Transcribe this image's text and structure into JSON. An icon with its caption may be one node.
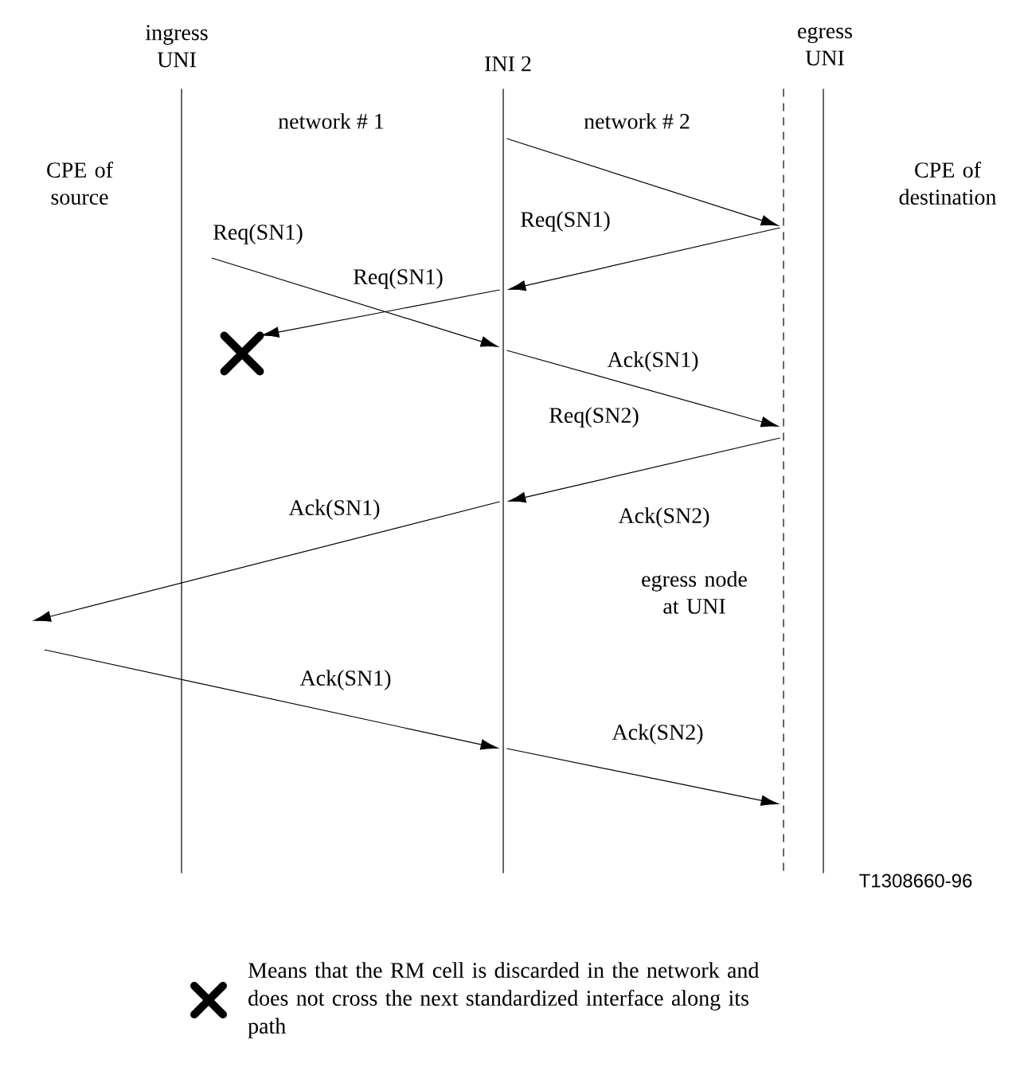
{
  "diagram": {
    "nodes": [
      {
        "text": [],
        "shape": "line"
      },
      {
        "text": [],
        "shape": "line"
      },
      {
        "text": [],
        "shape": "line"
      },
      {
        "text": [],
        "shape": "line"
      },
      {
        "text": [],
        "shape": "cross"
      }
    ],
    "edges": [
      {
        "from": 1,
        "to": 2,
        "arrow": "to"
      },
      {
        "from": 2,
        "to": 1,
        "arrow": "to",
        "label": "Req(SN1)"
      },
      {
        "from": 1,
        "to": 4,
        "arrow": "to",
        "label": "Req(SN1)"
      },
      {
        "from": 0,
        "to": 1,
        "arrow": "to",
        "label": "Req(SN1)"
      },
      {
        "from": 1,
        "to": 2,
        "arrow": "to",
        "label": "Ack(SN1)"
      },
      {
        "from": 2,
        "to": 1,
        "arrow": "to",
        "label": "Req(SN2)"
      },
      {
        "from": 1,
        "to": null,
        "arrow": "to",
        "label": "Ack(SN1)"
      },
      {
        "from": null,
        "to": 1,
        "arrow": "to",
        "label": "Ack(SN1)"
      },
      {
        "from": 1,
        "to": 2,
        "arrow": "to",
        "label": "Ack(SN2)"
      }
    ],
    "labels": [
      "ingress UNI",
      "egress UNI",
      "INI 2",
      "network # 1",
      "network # 2",
      "CPE of source",
      "CPE of destination",
      "Ack(SN2)",
      "egress node at UNI",
      "T1308660-96"
    ],
    "legend": [
      {
        "text": "Means that the RM cell is discarded in the network and does not cross the next standardized interface along its path"
      }
    ]
  }
}
